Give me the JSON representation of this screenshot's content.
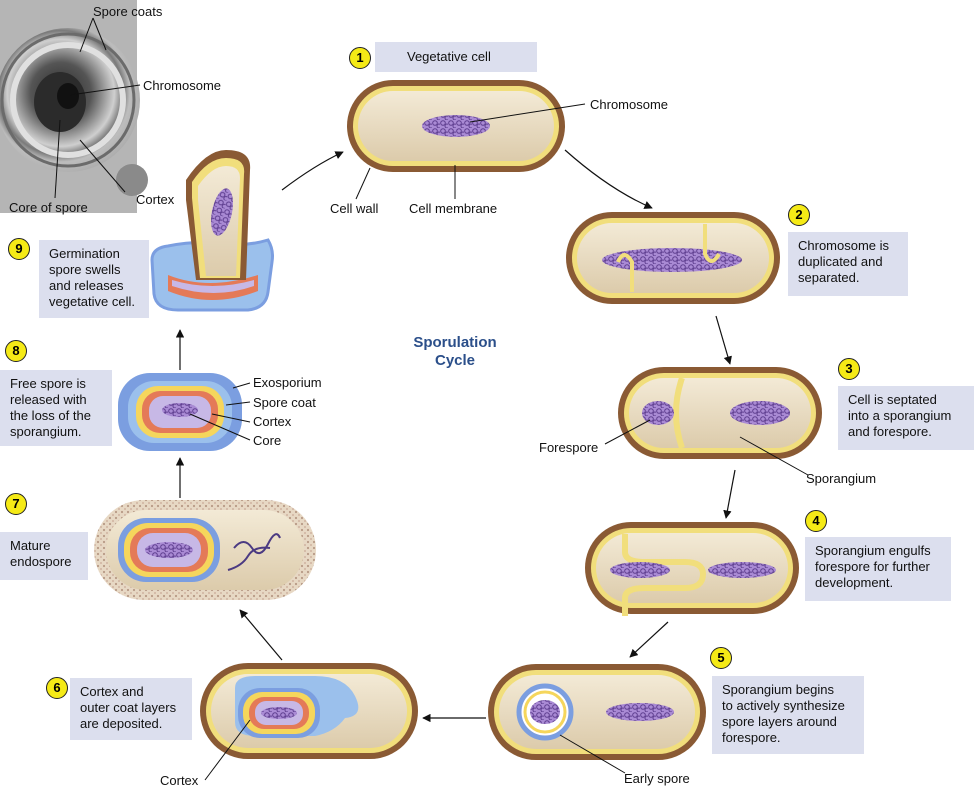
{
  "title": "Sporulation\nCycle",
  "steps": [
    {
      "num": "1",
      "text": "Vegetative cell"
    },
    {
      "num": "2",
      "text": "Chromosome is\nduplicated and\nseparated."
    },
    {
      "num": "3",
      "text": "Cell is septated\ninto a sporangium\nand forespore."
    },
    {
      "num": "4",
      "text": "Sporangium engulfs\nforespore for further\ndevelopment."
    },
    {
      "num": "5",
      "text": "Sporangium begins\nto actively synthesize\nspore layers around\nforespore."
    },
    {
      "num": "6",
      "text": "Cortex and\nouter coat layers\nare deposited."
    },
    {
      "num": "7",
      "text": "Mature\nendospore"
    },
    {
      "num": "8",
      "text": "Free spore is\nreleased with\nthe loss of the\nsporangium."
    },
    {
      "num": "9",
      "text": "Germination\nspore swells\nand releases\nvegetative cell."
    }
  ],
  "labels": {
    "chromosome": "Chromosome",
    "cell_wall": "Cell wall",
    "cell_membrane": "Cell membrane",
    "forespore": "Forespore",
    "sporangium": "Sporangium",
    "early_spore": "Early spore",
    "cortex_step6": "Cortex",
    "exosporium": "Exosporium",
    "spore_coat": "Spore coat",
    "cortex": "Cortex",
    "core": "Core"
  },
  "micrograph": {
    "spore_coats": "Spore coats",
    "chromosome": "Chromosome",
    "cortex": "Cortex",
    "core_of_spore": "Core of spore"
  },
  "colors": {
    "cell_wall": "#8a5a34",
    "membrane": "#f1de7c",
    "cytoplasm": "#e9dcc2",
    "chromosome": "#8a62b8",
    "spore_coat_blue": "#7b9ee0",
    "cortex_yellow": "#f5d65c",
    "cortex_orange": "#e47a58",
    "core": "#c7b8e6",
    "step_number": "#f5ea16",
    "text_box": "#dcdfee",
    "title": "#2b4f8a"
  }
}
